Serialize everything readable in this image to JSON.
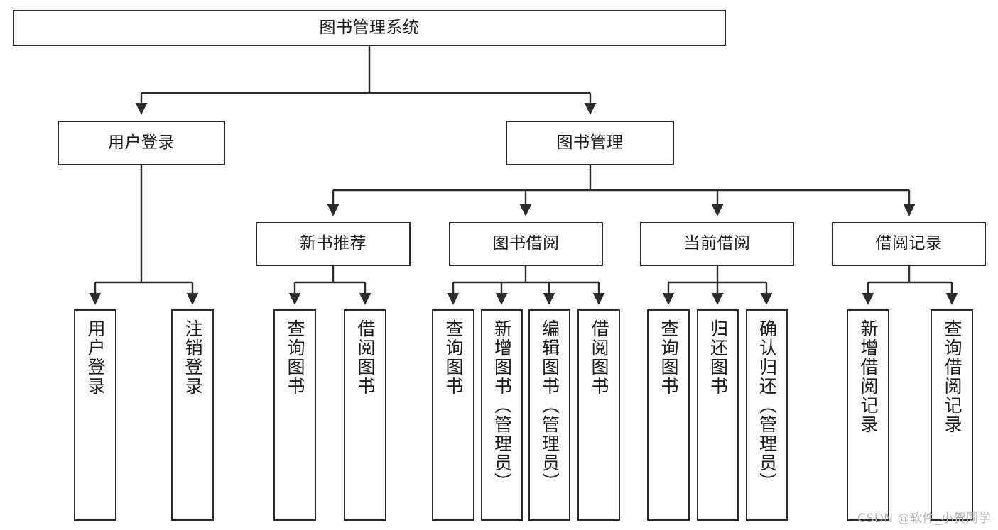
{
  "diagram": {
    "type": "hierarchy-tree",
    "title": "图书管理系统",
    "orientation": "top-down",
    "watermark": "CSDN @软件_小贺同学",
    "colors": {
      "background": "#ffffff",
      "box_border": "#2b2b2b",
      "box_fill": "#ffffff",
      "text": "#1a1a1a",
      "connector": "#2b2b2b",
      "watermark": "#b5b5b5"
    },
    "nodes": {
      "root": {
        "label": "图书管理系统",
        "level": 1
      },
      "l2": [
        {
          "label": "用户登录",
          "level": 2
        },
        {
          "label": "图书管理",
          "level": 2
        }
      ],
      "l3": [
        {
          "label": "新书推荐",
          "level": 3
        },
        {
          "label": "图书借阅",
          "level": 3
        },
        {
          "label": "当前借阅",
          "level": 3
        },
        {
          "label": "借阅记录",
          "level": 3
        }
      ],
      "leaves": [
        {
          "label": "用户登录",
          "parent": "用户登录"
        },
        {
          "label": "注销登录",
          "parent": "用户登录"
        },
        {
          "label": "查询图书",
          "parent": "新书推荐"
        },
        {
          "label": "借阅图书",
          "parent": "新书推荐"
        },
        {
          "label": "查询图书",
          "parent": "图书借阅"
        },
        {
          "label": "新增图书（管理员）",
          "parent": "图书借阅"
        },
        {
          "label": "编辑图书（管理员）",
          "parent": "图书借阅"
        },
        {
          "label": "借阅图书",
          "parent": "图书借阅"
        },
        {
          "label": "查询图书",
          "parent": "当前借阅"
        },
        {
          "label": "归还图书",
          "parent": "当前借阅"
        },
        {
          "label": "确认归还（管理员）",
          "parent": "当前借阅"
        },
        {
          "label": "新增借阅记录",
          "parent": "借阅记录"
        },
        {
          "label": "查询借阅记录",
          "parent": "借阅记录"
        }
      ]
    }
  }
}
